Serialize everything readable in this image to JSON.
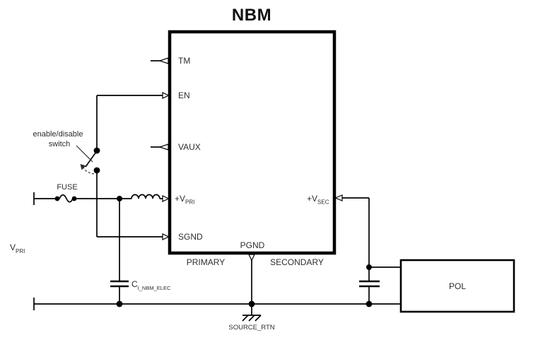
{
  "title": "NBM",
  "colors": {
    "line": "#000000",
    "text": "#2d2d2d",
    "background": "#ffffff"
  },
  "module": {
    "pins": {
      "tm": "TM",
      "en": "EN",
      "vaux": "VAUX",
      "vpri_main": "+V",
      "vpri_sub": "PRI",
      "sgnd": "SGND",
      "vsec_main": "+V",
      "vsec_sub": "SEC",
      "pgnd": "PGND"
    },
    "primary_label": "PRIMARY",
    "secondary_label": "SECONDARY"
  },
  "annotations": {
    "switch_line1": "enable/disable",
    "switch_line2": "switch",
    "fuse": "FUSE",
    "source_main": "V",
    "source_sub": "PRI",
    "cap_main": "C",
    "cap_sub": "I_NBM_ELEC",
    "ground": "SOURCE_RTN"
  },
  "pol": {
    "label": "POL"
  },
  "symbols": [
    "fuse-icon",
    "switch-icon",
    "inductor-icon",
    "input-capacitor-icon",
    "output-capacitor-icon",
    "chassis-ground-icon",
    "terminal-icon",
    "junction-dot"
  ]
}
